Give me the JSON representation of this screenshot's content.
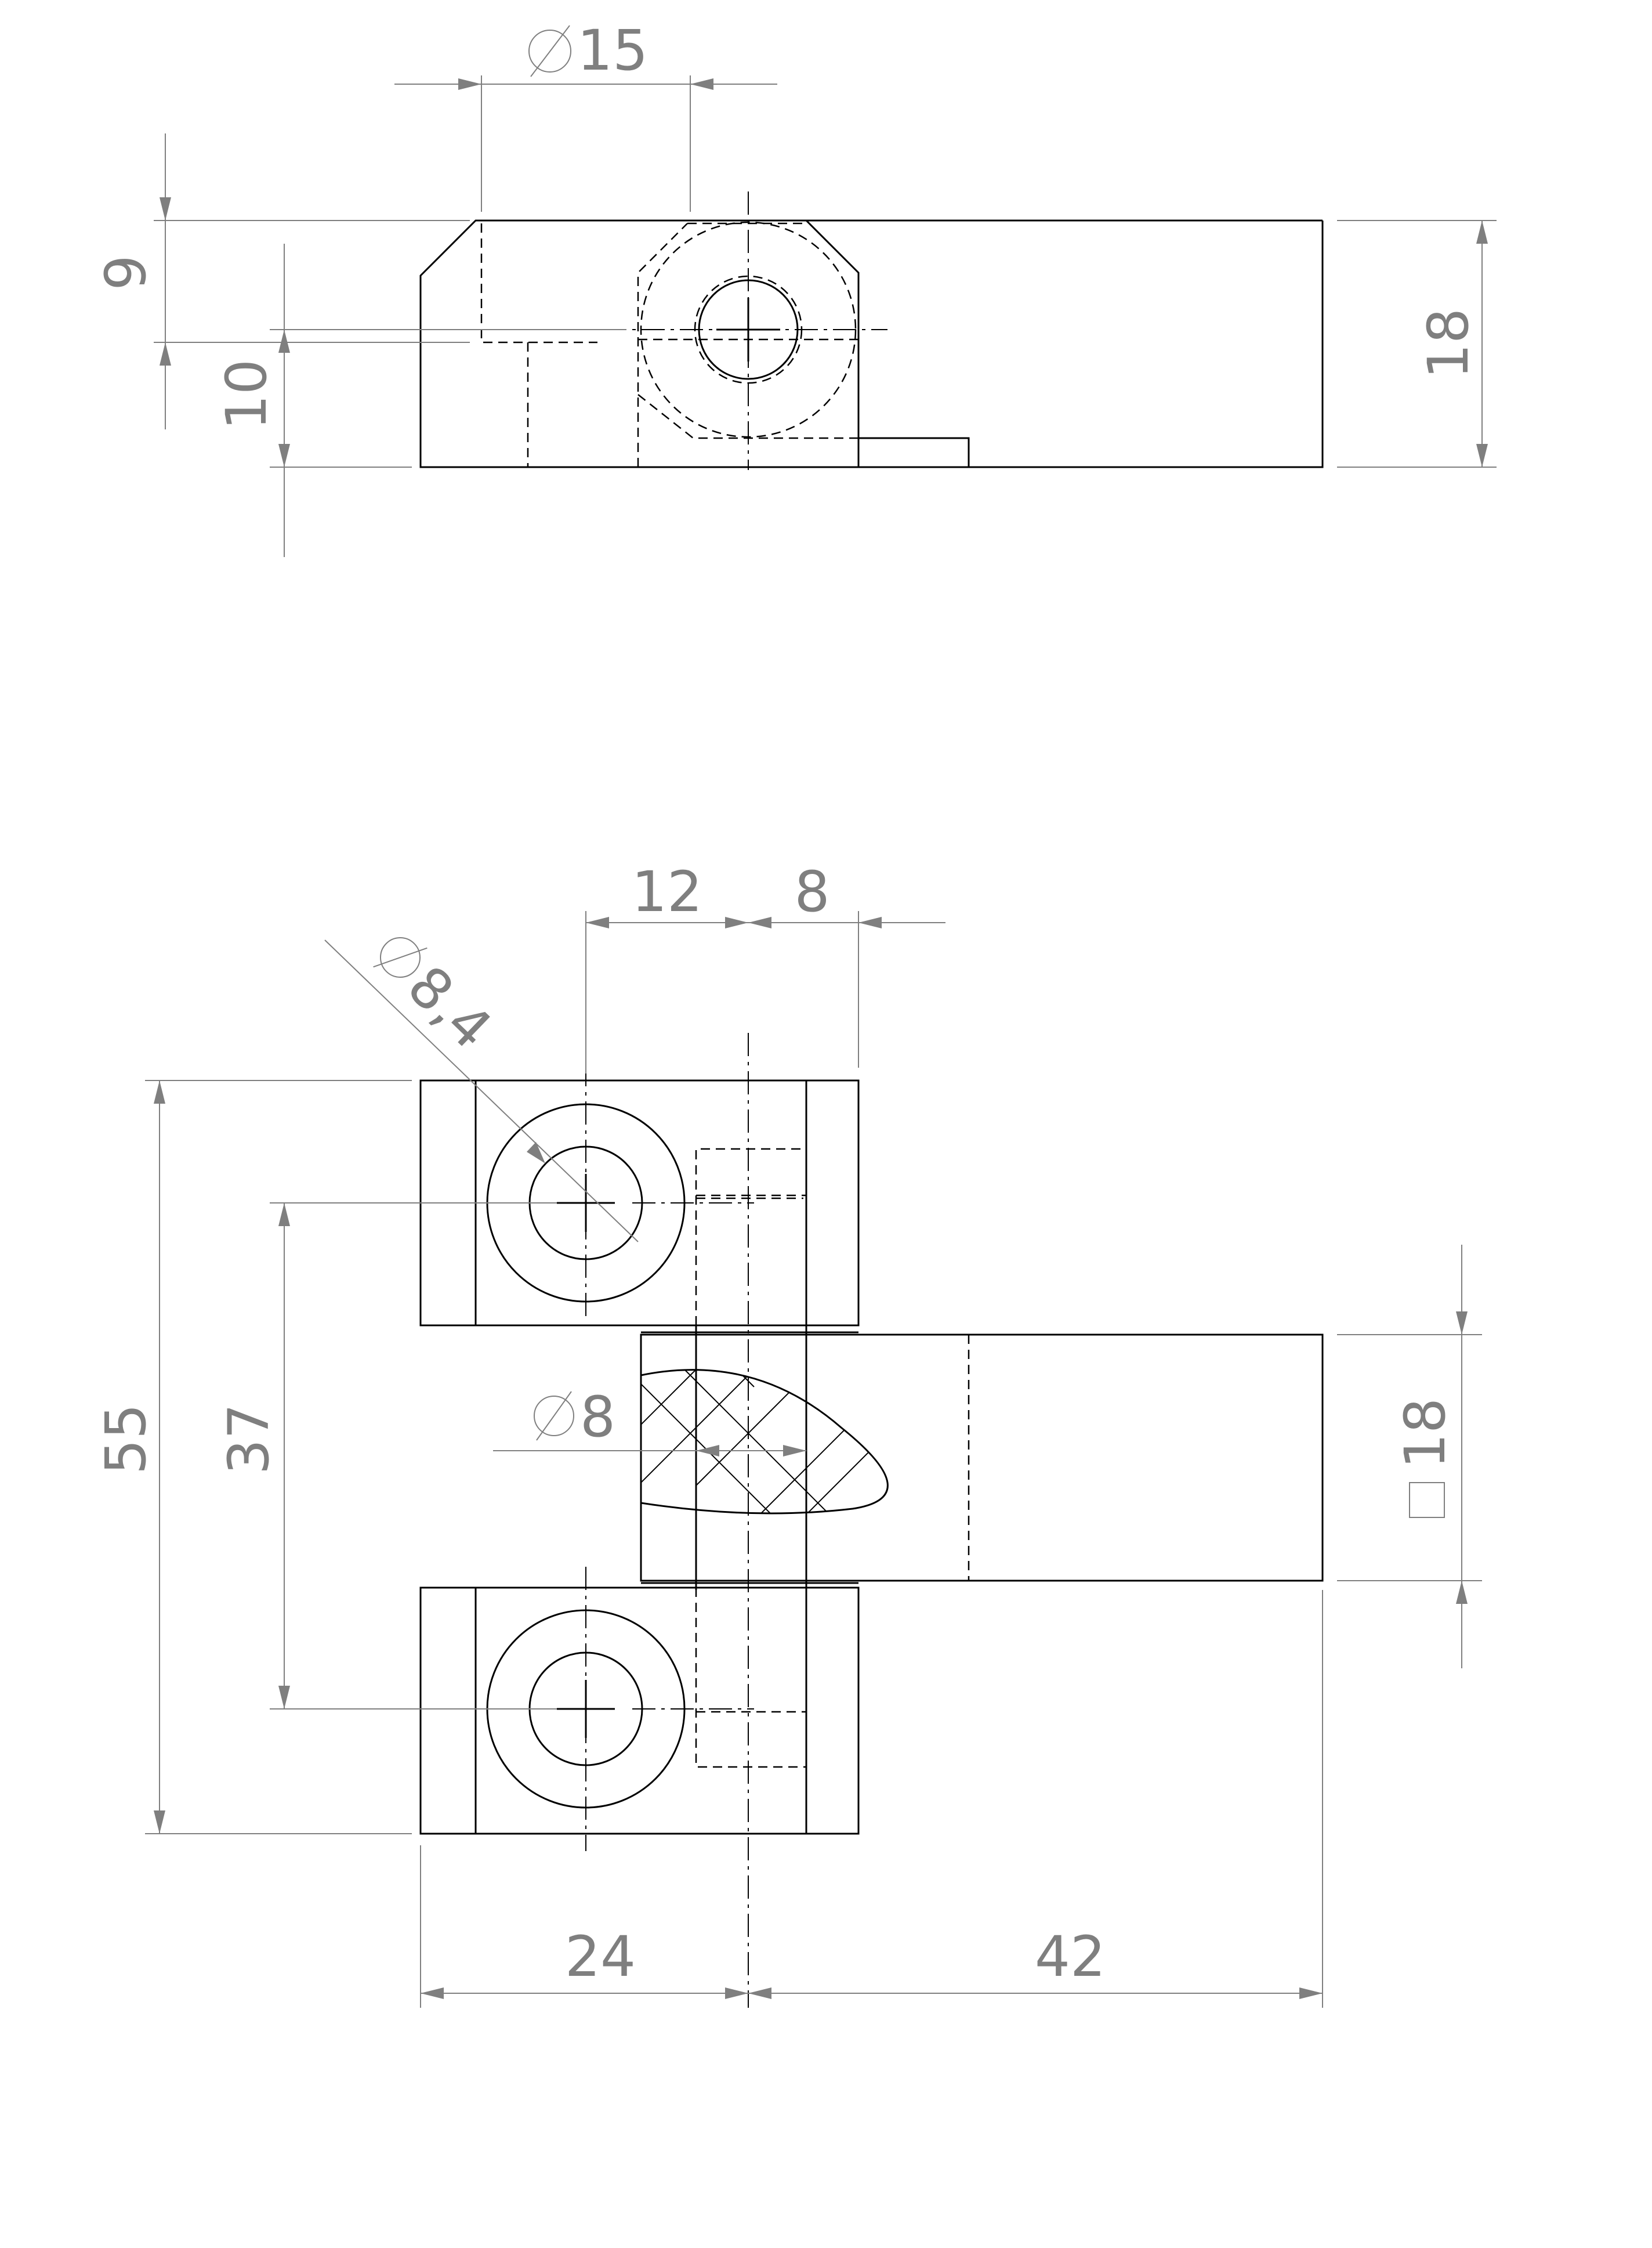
{
  "top_view": {
    "dims": {
      "bore_diameter": "15",
      "top_offset": "9",
      "axis_height": "10",
      "overall_height": "18"
    }
  },
  "front_view": {
    "dims": {
      "offset_left": "12",
      "offset_right": "8",
      "hole_diameter": "8,4",
      "pin_diameter": "8",
      "overall_length": "55",
      "hole_spacing": "37",
      "square_section": "18",
      "width_left": "24",
      "width_right": "42"
    }
  }
}
